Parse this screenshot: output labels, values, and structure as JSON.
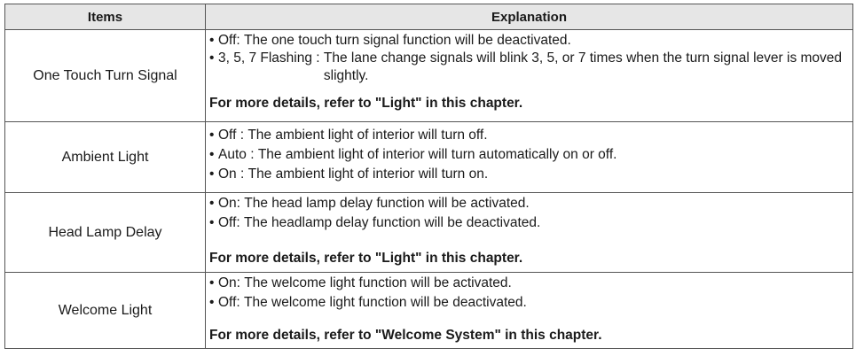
{
  "table": {
    "headers": {
      "items": "Items",
      "explanation": "Explanation"
    },
    "rows": [
      {
        "item": "One Touch Turn Signal",
        "bullets": [
          {
            "label": "Off: ",
            "text": "The one touch turn signal function will be deactivated."
          },
          {
            "label": "3, 5, 7 Flashing : ",
            "text": "The lane change signals will blink 3, 5, or 7 times when the turn signal lever is moved slightly."
          }
        ],
        "note": "For more details, refer to \"Light\" in this chapter."
      },
      {
        "item": "Ambient Light",
        "bullets": [
          {
            "label": "Off : ",
            "text": "The ambient light of interior will turn off."
          },
          {
            "label": "Auto : ",
            "text": "The ambient light of interior will turn automatically on or off."
          },
          {
            "label": "On : ",
            "text": "The ambient light of interior will turn on."
          }
        ],
        "note": ""
      },
      {
        "item": "Head Lamp Delay",
        "bullets": [
          {
            "label": "On: ",
            "text": "The head lamp delay function will be activated."
          },
          {
            "label": "Off: ",
            "text": "The headlamp delay function will be deactivated."
          }
        ],
        "note": "For more details, refer to \"Light\" in this chapter."
      },
      {
        "item": "Welcome Light",
        "bullets": [
          {
            "label": "On: ",
            "text": "The welcome light function will be activated."
          },
          {
            "label": "Off: ",
            "text": "The welcome light function will be deactivated."
          }
        ],
        "note": "For more details, refer to \"Welcome System\" in this chapter."
      }
    ]
  }
}
